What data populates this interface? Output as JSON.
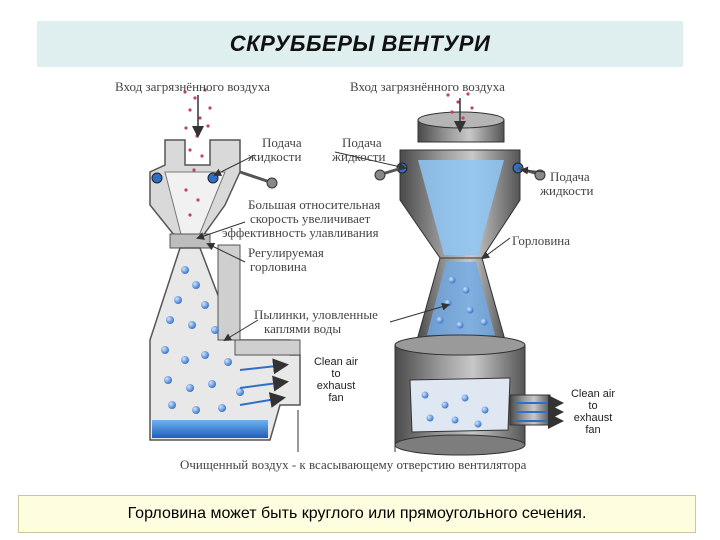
{
  "title": "СКРУББЕРЫ ВЕНТУРИ",
  "caption": "Горловина может быть круглого или прямоугольного сечения.",
  "labels": {
    "inlet_left": "Вход загрязнённого воздуха",
    "inlet_right": "Вход загрязнённого воздуха",
    "liquid_left_1": "Подача",
    "liquid_left_2": "жидкости",
    "liquid_mid_1": "Подача",
    "liquid_mid_2": "жидкости",
    "liquid_right_1": "Подача",
    "liquid_right_2": "жидкости",
    "speed_1": "Большая относительная",
    "speed_2": "скорость увеличивает",
    "speed_3": "эффективность улавливания",
    "adjustable_1": "Регулируемая",
    "adjustable_2": "горловина",
    "throat": "Горловина",
    "dust_1": "Пылинки, уловленные",
    "dust_2": "каплями воды",
    "clean_left_1": "Clean air",
    "clean_left_2": "to",
    "clean_left_3": "exhaust",
    "clean_left_4": "fan",
    "clean_right_1": "Clean air",
    "clean_right_2": "to",
    "clean_right_3": "exhaust",
    "clean_right_4": "fan",
    "bottom": "Очищенный воздух - к всасывающему отверстию вентилятора"
  },
  "colors": {
    "title_bg": "#dfeeee",
    "caption_bg": "#fffde0",
    "body_gray": "#6f6f6f",
    "water_blue": "#3c7fd0",
    "droplet": "#4a86d8",
    "dust": "#c0407a"
  }
}
